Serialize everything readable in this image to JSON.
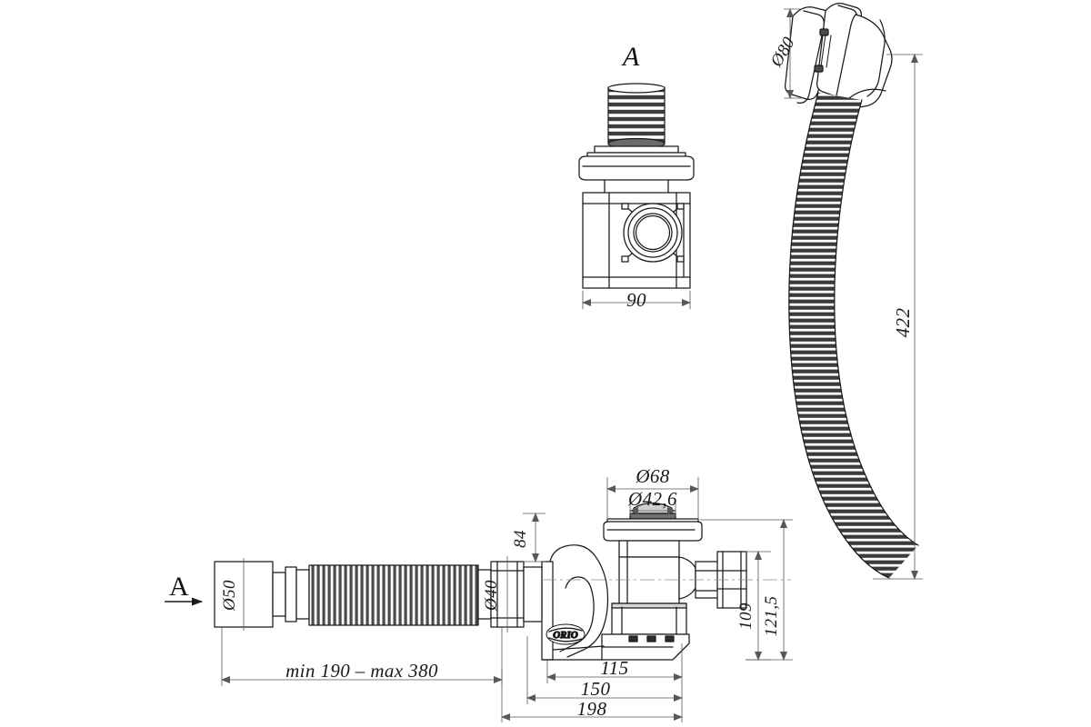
{
  "drawing": {
    "title": "Bath drain and overflow assembly technical drawing",
    "type": "engineering-line-drawing",
    "background": "#ffffff",
    "line_color": "#1a1a1a",
    "dim_color": "#55595c"
  },
  "view_labels": {
    "section_top": "A",
    "section_left": "A"
  },
  "dimensions": {
    "overflow_cap_diameter": "Ø80",
    "overflow_hose_length": "422",
    "section_body_width": "90",
    "drain_flange_diameter": "Ø68",
    "drain_plug_diameter": "Ø42,6",
    "trap_height": "84",
    "outlet_pipe_diameter": "Ø40",
    "end_pipe_diameter": "Ø50",
    "flex_pipe_range": "min 190 – max 380",
    "trap_depth_115": "115",
    "trap_depth_150": "150",
    "trap_depth_198": "198",
    "overflow_offset_109": "109",
    "overflow_offset_1215": "121,5"
  },
  "branding": {
    "logo_text": "ORIO"
  },
  "components": {
    "overflow_cap": "round overflow cover plate",
    "corrugated_overflow_hose": "flexible corrugated overflow hose",
    "drain_body": "drain body with push plug",
    "siphon_trap": "S-trap siphon body",
    "union_nut": "threaded union nut",
    "flexible_outlet": "flexible corrugated outlet pipe",
    "outlet_end_cap": "Ø50 outlet end sleeve"
  }
}
